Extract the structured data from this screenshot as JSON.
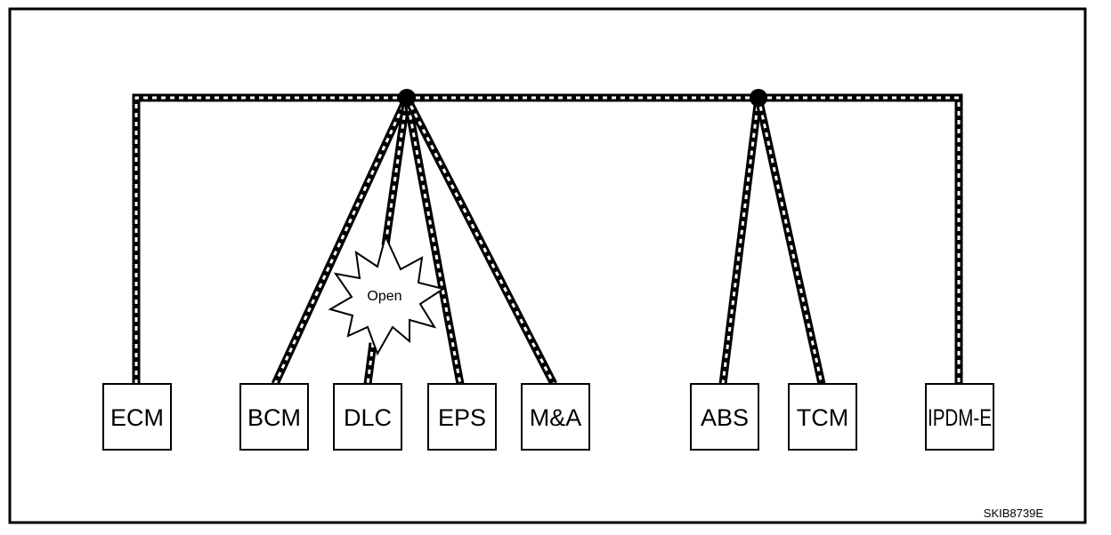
{
  "diagram": {
    "modules": [
      {
        "id": "ecm",
        "label": "ECM"
      },
      {
        "id": "bcm",
        "label": "BCM"
      },
      {
        "id": "dlc",
        "label": "DLC"
      },
      {
        "id": "eps",
        "label": "EPS"
      },
      {
        "id": "ma",
        "label": "M&A"
      },
      {
        "id": "abs",
        "label": "ABS"
      },
      {
        "id": "tcm",
        "label": "TCM"
      },
      {
        "id": "ipdm",
        "label": "IPDM-E"
      }
    ],
    "fault_label": "Open",
    "figure_code": "SKIB8739E",
    "colors": {
      "line": "#000000",
      "stripe": "#ffffff",
      "background": "#ffffff"
    }
  }
}
